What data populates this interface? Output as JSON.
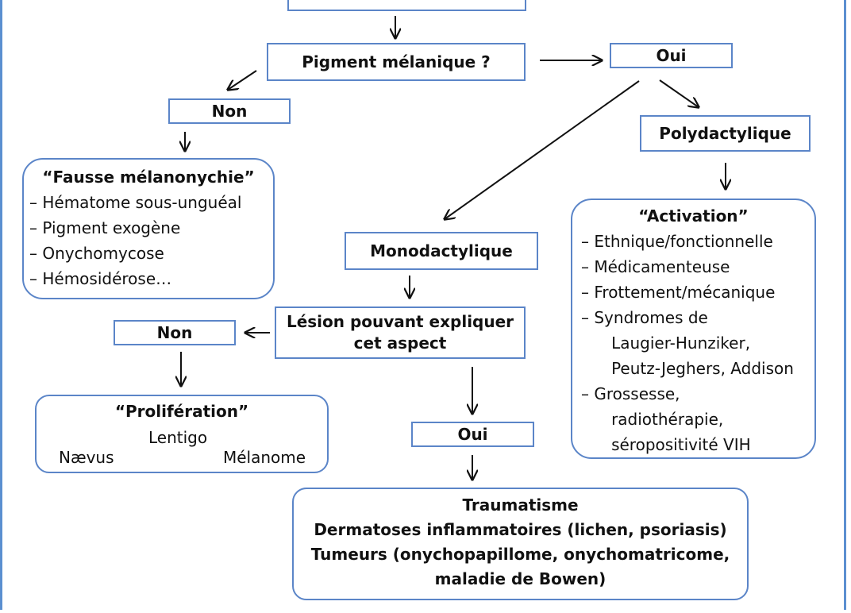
{
  "nodes": {
    "pigment": "Pigment mélanique ?",
    "oui_top": "Oui",
    "non_top": "Non",
    "polydactylique": "Polydactylique",
    "monodactylique": "Monodactylique",
    "lesion": [
      "Lésion pouvant expliquer",
      "cet aspect"
    ],
    "non_mid": "Non",
    "oui_mid": "Oui"
  },
  "fausse": {
    "title": "“Fausse mélanonychie”",
    "items": [
      "– Hématome sous-unguéal",
      "– Pigment exogène",
      "– Onychomycose",
      "– Hémosidérose…"
    ]
  },
  "activation": {
    "title": "“Activation”",
    "items": [
      "– Ethnique/fonctionnelle",
      "– Médicamenteuse",
      "– Frottement/mécanique",
      "– Syndromes de",
      "   Laugier-Hunziker,",
      "   Peutz-Jeghers, Addison",
      "– Grossesse,",
      "   radiothérapie,",
      "   séropositivité VIH"
    ]
  },
  "proliferation": {
    "title": "“Prolifération”",
    "center": "Lentigo",
    "left": "Nævus",
    "right": "Mélanome"
  },
  "causes": [
    "Traumatisme",
    "Dermatoses inflammatoires (lichen, psoriasis)",
    "Tumeurs (onychopapillome, onychomatricome,",
    "maladie de Bowen)"
  ],
  "colors": {
    "border": "#5b85c8",
    "frame": "#5b8fd0",
    "arrow": "#111111"
  }
}
